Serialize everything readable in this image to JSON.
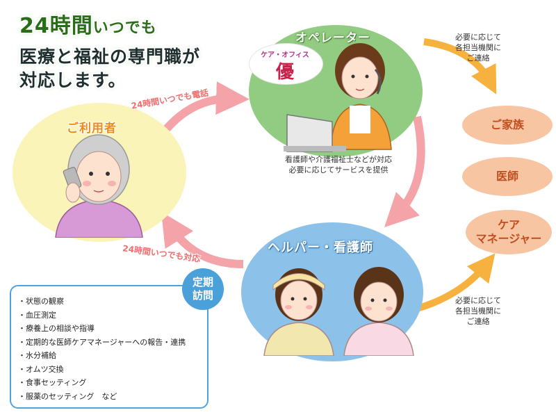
{
  "headline": {
    "line1_num": "24時間",
    "line1_rest": "いつでも",
    "line2": "医療と福祉の専門職が",
    "line3": "対応します。"
  },
  "user": {
    "title": "ご利用者"
  },
  "operator": {
    "title": "オペレーター",
    "badge_top": "ケア・オフィス",
    "badge_main": "優",
    "desc_line1": "看護師や介護福祉士などが対応",
    "desc_line2": "必要に応じてサービスを提供"
  },
  "helper": {
    "title": "ヘルパー・看護師"
  },
  "arrows": {
    "phone": "24時間いつでも電話",
    "respond": "24時間いつでも対応"
  },
  "contact_note": {
    "line1": "必要に応じて",
    "line2": "各担当機関に",
    "line3": "ご連絡"
  },
  "contacts": [
    {
      "label_line1": "ご家族",
      "label_line2": ""
    },
    {
      "label_line1": "医師",
      "label_line2": ""
    },
    {
      "label_line1": "ケア",
      "label_line2": "マネージャー"
    }
  ],
  "visit": {
    "line1": "定期",
    "line2": "訪問"
  },
  "visit_items": [
    "状態の観察",
    "血圧測定",
    "療養上の相談や指導",
    "定期的な医師ケアマネージャーへの報告・連携",
    "水分補給",
    "オムツ交換",
    "食事セッティング",
    "服薬のセッティング　など"
  ],
  "colors": {
    "user_circle": "#faf4b8",
    "operator_circle": "#92cc82",
    "helper_circle": "#8cc2ea",
    "pink_arrow": "#f4a3a8",
    "orange_arrow": "#f6b13e",
    "contact_pill": "#f8c5a3",
    "visit_badge": "#4aa0d8"
  }
}
